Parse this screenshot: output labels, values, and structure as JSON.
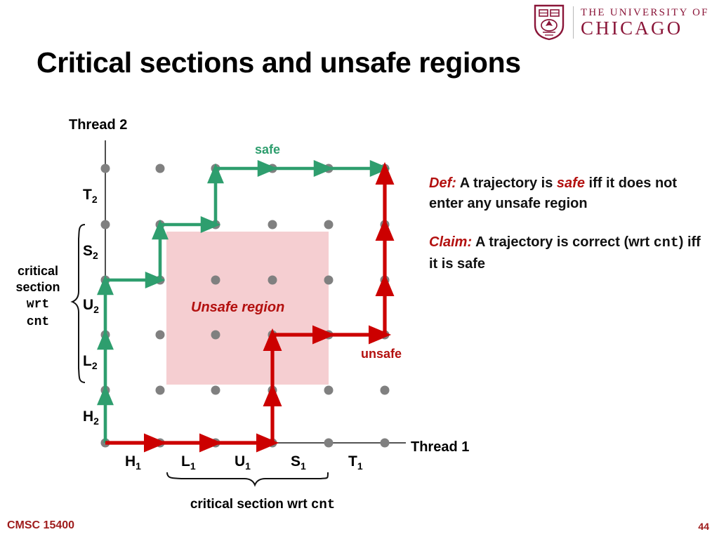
{
  "logo": {
    "line1": "THE UNIVERSITY OF",
    "line2": "CHICAGO",
    "shield_icon": "crest-shield-icon",
    "color": "#8a1538"
  },
  "title": "Critical sections and unsafe regions",
  "diagram": {
    "y_axis_title": "Thread 2",
    "x_axis_title": "Thread 1",
    "y_tick_labels": [
      "H",
      "L",
      "U",
      "S",
      "T"
    ],
    "y_ticks": [
      "H2",
      "L2",
      "U2",
      "S2",
      "T2"
    ],
    "x_ticks": [
      "H1",
      "L1",
      "U1",
      "S1",
      "T1"
    ],
    "unsafe_region_text": "Unsafe region",
    "safe_label": "safe",
    "unsafe_label": "unsafe",
    "vertical_brace_label_lines": [
      "critical",
      "section",
      "wrt",
      "cnt"
    ],
    "horizontal_brace_label_prefix": "critical section wrt ",
    "horizontal_brace_label_mono": "cnt",
    "colors": {
      "safe_path": "#2e9e6e",
      "unsafe_path": "#cc0000",
      "unsafe_region_fill": "#f5ced1",
      "grid_dot": "#808080",
      "axis": "#3b3b3b"
    }
  },
  "notes": {
    "def_keyword": "Def:",
    "def_text_a": " A trajectory is ",
    "def_emphasis": "safe",
    "def_text_b": "  iff it does not enter any unsafe region",
    "claim_keyword": "Claim:",
    "claim_text_a": " A trajectory is  correct (wrt ",
    "claim_mono": "cnt",
    "claim_text_b": ")  iff it is safe"
  },
  "footer": {
    "course": "CMSC 15400",
    "page": "44"
  }
}
